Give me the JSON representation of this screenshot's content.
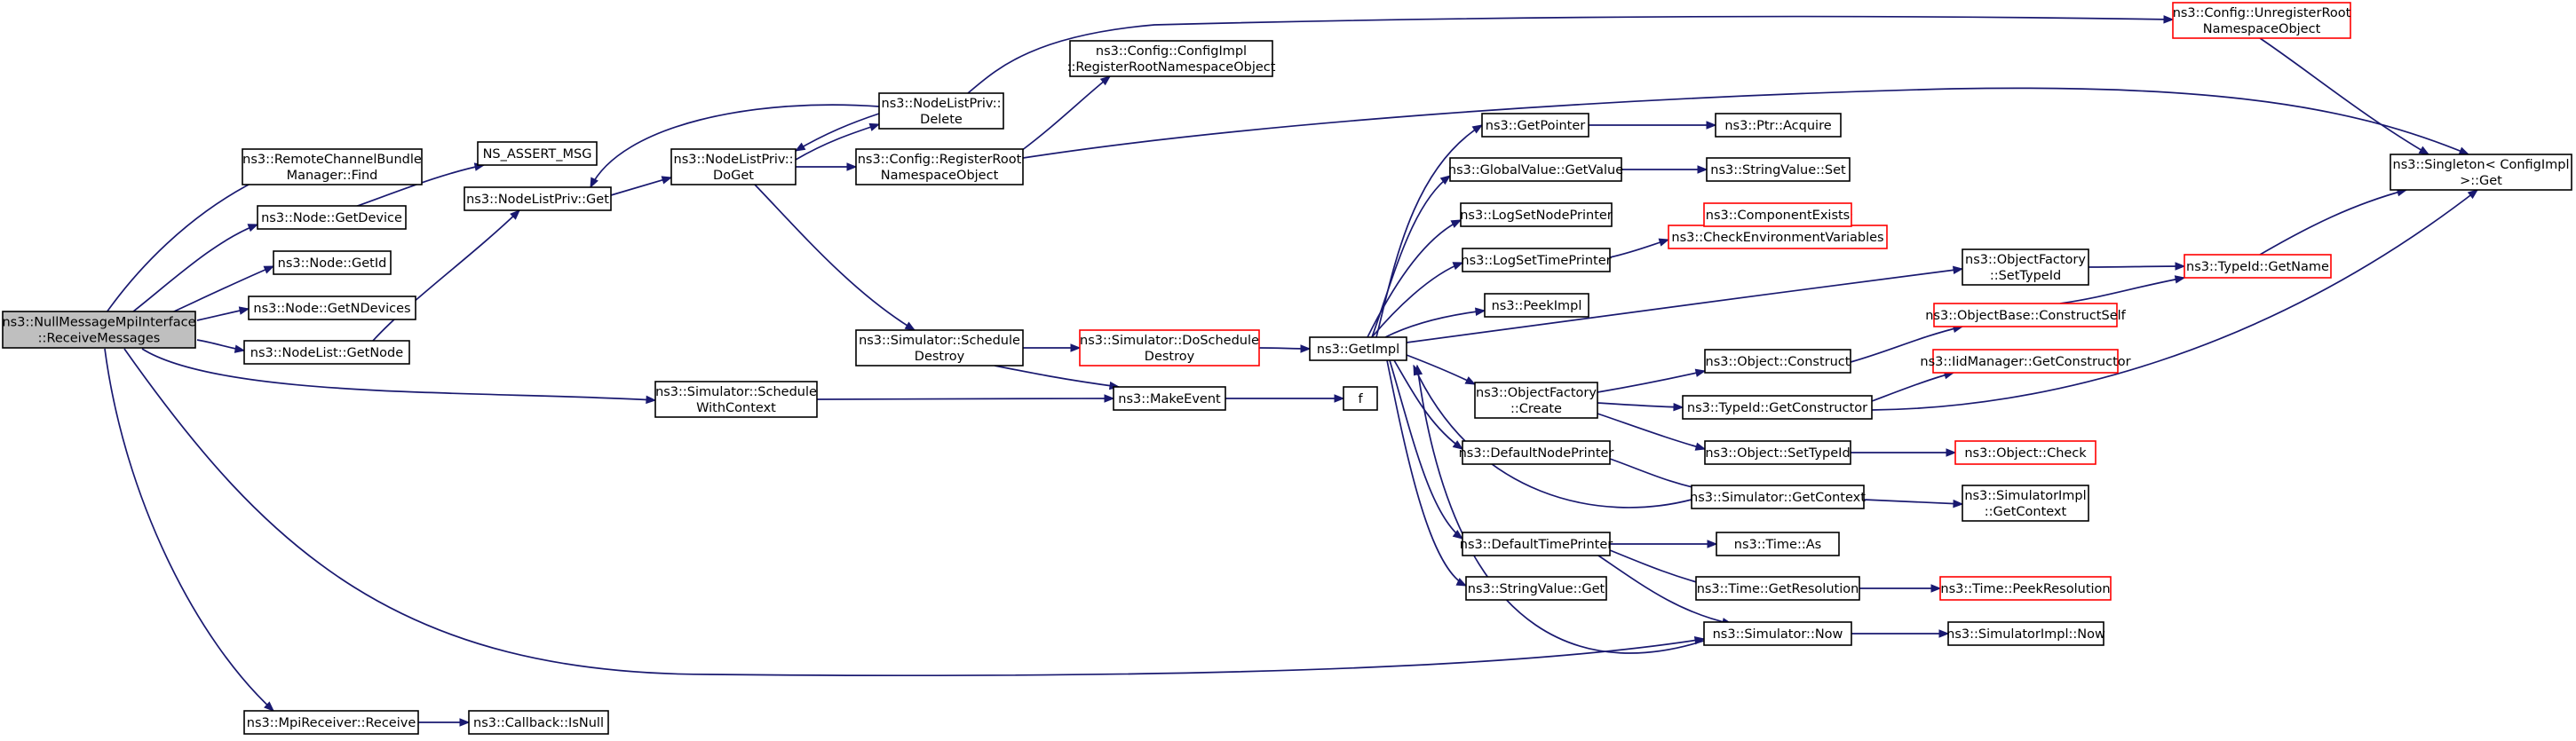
{
  "graph": {
    "nodes": [
      {
        "id": "root",
        "lines": [
          "ns3::NullMessageMpiInterface",
          "::ReceiveMessages"
        ],
        "style": "root"
      },
      {
        "id": "rcbm",
        "lines": [
          "ns3::RemoteChannelBundle",
          "Manager::Find"
        ],
        "style": "normal"
      },
      {
        "id": "getdevice",
        "lines": [
          "ns3::Node::GetDevice"
        ],
        "style": "normal"
      },
      {
        "id": "nodegetid",
        "lines": [
          "ns3::Node::GetId"
        ],
        "style": "normal"
      },
      {
        "id": "getndevices",
        "lines": [
          "ns3::Node::GetNDevices"
        ],
        "style": "normal"
      },
      {
        "id": "nodelistgetnode",
        "lines": [
          "ns3::NodeList::GetNode"
        ],
        "style": "normal"
      },
      {
        "id": "mpirecv",
        "lines": [
          "ns3::MpiReceiver::Receive"
        ],
        "style": "normal"
      },
      {
        "id": "nsassert",
        "lines": [
          "NS_ASSERT_MSG"
        ],
        "style": "normal"
      },
      {
        "id": "nlpget",
        "lines": [
          "ns3::NodeListPriv::Get"
        ],
        "style": "normal"
      },
      {
        "id": "isnull",
        "lines": [
          "ns3::Callback::IsNull"
        ],
        "style": "normal"
      },
      {
        "id": "schedwc",
        "lines": [
          "ns3::Simulator::Schedule",
          "WithContext"
        ],
        "style": "normal"
      },
      {
        "id": "doget",
        "lines": [
          "ns3::NodeListPriv::",
          "DoGet"
        ],
        "style": "normal"
      },
      {
        "id": "nlpdelete",
        "lines": [
          "ns3::NodeListPriv::",
          "Delete"
        ],
        "style": "normal"
      },
      {
        "id": "regroot",
        "lines": [
          "ns3::Config::RegisterRoot",
          "NamespaceObject"
        ],
        "style": "normal"
      },
      {
        "id": "cfgimplreg",
        "lines": [
          "ns3::Config::ConfigImpl",
          "::RegisterRootNamespaceObject"
        ],
        "style": "normal"
      },
      {
        "id": "scheddestroy",
        "lines": [
          "ns3::Simulator::Schedule",
          "Destroy"
        ],
        "style": "normal"
      },
      {
        "id": "doscheddestroy",
        "lines": [
          "ns3::Simulator::DoSchedule",
          "Destroy"
        ],
        "style": "red"
      },
      {
        "id": "makeevent",
        "lines": [
          "ns3::MakeEvent"
        ],
        "style": "normal"
      },
      {
        "id": "getimpl",
        "lines": [
          "ns3::GetImpl"
        ],
        "style": "normal"
      },
      {
        "id": "f",
        "lines": [
          "f"
        ],
        "style": "normal"
      },
      {
        "id": "unregroot",
        "lines": [
          "ns3::Config::UnregisterRoot",
          "NamespaceObject"
        ],
        "style": "red"
      },
      {
        "id": "singleton",
        "lines": [
          "ns3::Singleton< ConfigImpl",
          ">::Get"
        ],
        "style": "normal"
      },
      {
        "id": "getpointer",
        "lines": [
          "ns3::GetPointer"
        ],
        "style": "normal"
      },
      {
        "id": "ptracquire",
        "lines": [
          "ns3::Ptr::Acquire"
        ],
        "style": "normal"
      },
      {
        "id": "gvgetvalue",
        "lines": [
          "ns3::GlobalValue::GetValue"
        ],
        "style": "normal"
      },
      {
        "id": "svset",
        "lines": [
          "ns3::StringValue::Set"
        ],
        "style": "normal"
      },
      {
        "id": "logsetnode",
        "lines": [
          "ns3::LogSetNodePrinter"
        ],
        "style": "normal"
      },
      {
        "id": "logsettime",
        "lines": [
          "ns3::LogSetTimePrinter"
        ],
        "style": "normal"
      },
      {
        "id": "checkenv",
        "lines": [
          "ns3::CheckEnvironmentVariables"
        ],
        "style": "red"
      },
      {
        "id": "compexists",
        "lines": [
          "ns3::ComponentExists"
        ],
        "style": "red"
      },
      {
        "id": "peekimpl",
        "lines": [
          "ns3::PeekImpl"
        ],
        "style": "normal"
      },
      {
        "id": "objfactsettid",
        "lines": [
          "ns3::ObjectFactory",
          "::SetTypeId"
        ],
        "style": "normal"
      },
      {
        "id": "typeidgetname",
        "lines": [
          "ns3::TypeId::GetName"
        ],
        "style": "red"
      },
      {
        "id": "objbaseconstruct",
        "lines": [
          "ns3::ObjectBase::ConstructSelf"
        ],
        "style": "red"
      },
      {
        "id": "objconstruct",
        "lines": [
          "ns3::Object::Construct"
        ],
        "style": "normal"
      },
      {
        "id": "iidmgr",
        "lines": [
          "ns3::IidManager::GetConstructor"
        ],
        "style": "red"
      },
      {
        "id": "objfactcreate",
        "lines": [
          "ns3::ObjectFactory",
          "::Create"
        ],
        "style": "normal"
      },
      {
        "id": "typeidgetctor",
        "lines": [
          "ns3::TypeId::GetConstructor"
        ],
        "style": "normal"
      },
      {
        "id": "objsettid",
        "lines": [
          "ns3::Object::SetTypeId"
        ],
        "style": "normal"
      },
      {
        "id": "objcheck",
        "lines": [
          "ns3::Object::Check"
        ],
        "style": "red"
      },
      {
        "id": "defnodeprinter",
        "lines": [
          "ns3::DefaultNodePrinter"
        ],
        "style": "normal"
      },
      {
        "id": "simgetcontext",
        "lines": [
          "ns3::Simulator::GetContext"
        ],
        "style": "normal"
      },
      {
        "id": "simimplgetctx",
        "lines": [
          "ns3::SimulatorImpl",
          "::GetContext"
        ],
        "style": "normal"
      },
      {
        "id": "deftimeprinter",
        "lines": [
          "ns3::DefaultTimePrinter"
        ],
        "style": "normal"
      },
      {
        "id": "timeas",
        "lines": [
          "ns3::Time::As"
        ],
        "style": "normal"
      },
      {
        "id": "timegetres",
        "lines": [
          "ns3::Time::GetResolution"
        ],
        "style": "normal"
      },
      {
        "id": "timepeekres",
        "lines": [
          "ns3::Time::PeekResolution"
        ],
        "style": "red"
      },
      {
        "id": "svget",
        "lines": [
          "ns3::StringValue::Get"
        ],
        "style": "normal"
      },
      {
        "id": "simnow",
        "lines": [
          "ns3::Simulator::Now"
        ],
        "style": "normal"
      },
      {
        "id": "simimplnow",
        "lines": [
          "ns3::SimulatorImpl::Now"
        ],
        "style": "normal"
      }
    ]
  }
}
